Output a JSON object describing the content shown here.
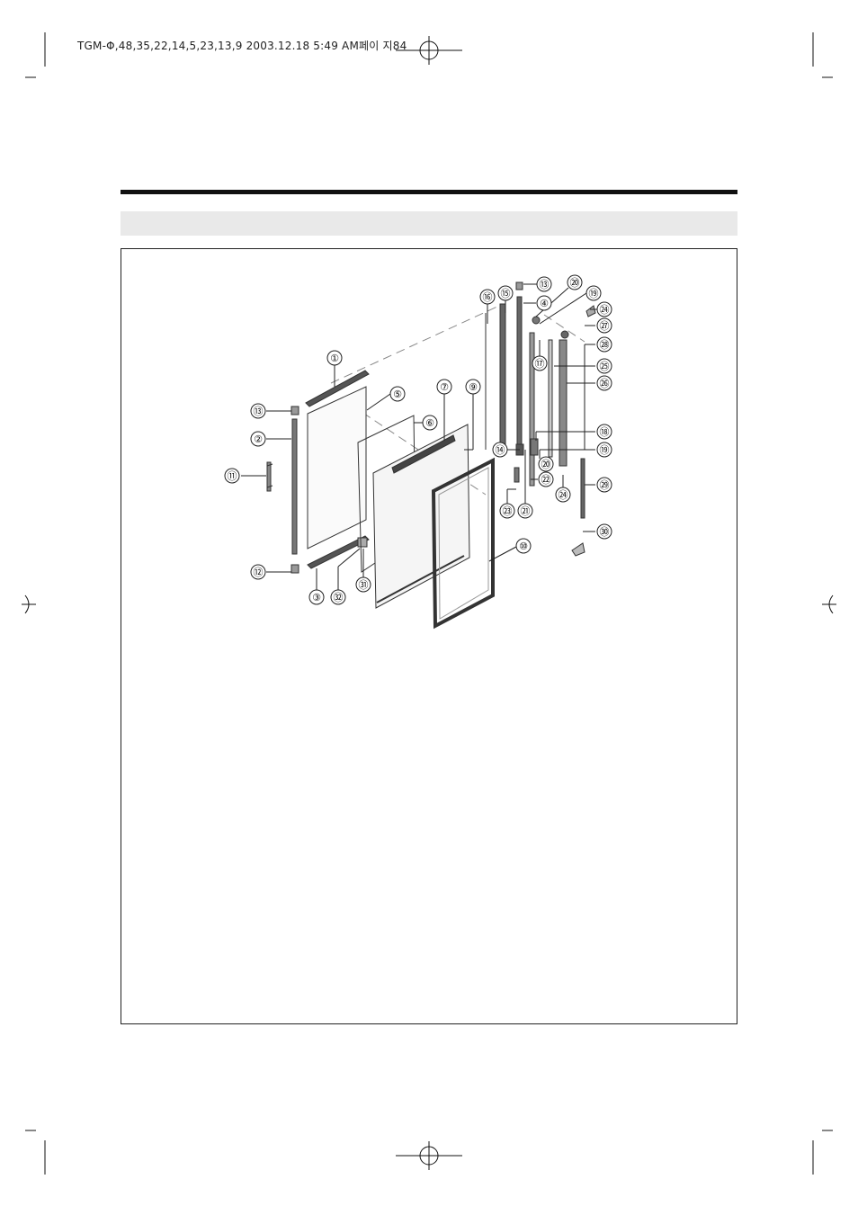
{
  "header": {
    "file_info": "TGM-Φ,48,35,22,14,5,23,13,9  2003.12.18 5:49 AM페이 지84"
  },
  "diagram": {
    "callouts": [
      {
        "id": "c1",
        "label": "①"
      },
      {
        "id": "c2",
        "label": "②"
      },
      {
        "id": "c3",
        "label": "③"
      },
      {
        "id": "c4",
        "label": "④"
      },
      {
        "id": "c5",
        "label": "⑤"
      },
      {
        "id": "c6",
        "label": "⑥"
      },
      {
        "id": "c7",
        "label": "⑦"
      },
      {
        "id": "c9",
        "label": "⑨"
      },
      {
        "id": "c10",
        "label": "⑩"
      },
      {
        "id": "c11",
        "label": "⑪"
      },
      {
        "id": "c12",
        "label": "⑫"
      },
      {
        "id": "c13a",
        "label": "⑬"
      },
      {
        "id": "c13b",
        "label": "⑬"
      },
      {
        "id": "c14",
        "label": "⑭"
      },
      {
        "id": "c15",
        "label": "⑮"
      },
      {
        "id": "c16",
        "label": "⑯"
      },
      {
        "id": "c17",
        "label": "⑰"
      },
      {
        "id": "c18",
        "label": "⑱"
      },
      {
        "id": "c19a",
        "label": "⑲"
      },
      {
        "id": "c19b",
        "label": "⑲"
      },
      {
        "id": "c20a",
        "label": "⑳"
      },
      {
        "id": "c20b",
        "label": "⑳"
      },
      {
        "id": "c21",
        "label": "㉑"
      },
      {
        "id": "c22",
        "label": "㉒"
      },
      {
        "id": "c23",
        "label": "㉓"
      },
      {
        "id": "c24a",
        "label": "㉔"
      },
      {
        "id": "c24b",
        "label": "㉔"
      },
      {
        "id": "c25",
        "label": "㉕"
      },
      {
        "id": "c26",
        "label": "㉖"
      },
      {
        "id": "c27",
        "label": "㉗"
      },
      {
        "id": "c28",
        "label": "㉘"
      },
      {
        "id": "c29",
        "label": "㉙"
      },
      {
        "id": "c30",
        "label": "㉚"
      },
      {
        "id": "c31",
        "label": "㉛"
      },
      {
        "id": "c32",
        "label": "㉜"
      }
    ]
  }
}
